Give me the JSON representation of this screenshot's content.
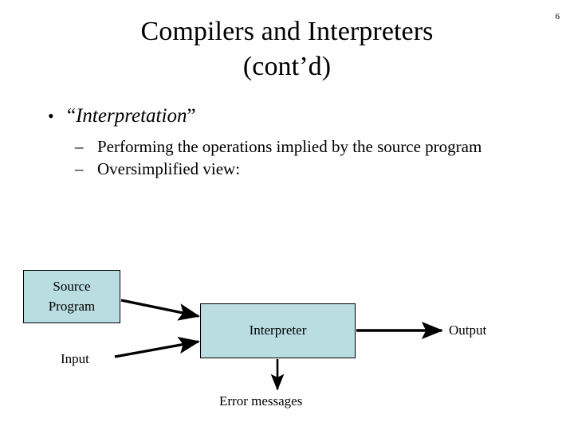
{
  "slide": {
    "number": "6",
    "title_lines": [
      "Compilers and Interpreters",
      "(cont’d)"
    ],
    "bullets": [
      {
        "level": 1,
        "marker": "•",
        "quote_open": "“",
        "emphasis": "Interpretation",
        "quote_close": "”"
      },
      {
        "level": 2,
        "marker": "–",
        "text": "Performing the operations implied by the source program"
      },
      {
        "level": 2,
        "marker": "–",
        "text": "Oversimplified view:"
      }
    ],
    "diagram": {
      "boxes": [
        {
          "name": "source-program",
          "lines": [
            "Source",
            "Program"
          ],
          "fill": "#b9dde1",
          "stroke": "#000000"
        },
        {
          "name": "interpreter",
          "lines": [
            "Interpreter"
          ],
          "fill": "#b9dde1",
          "stroke": "#000000"
        }
      ],
      "labels": {
        "input": "Input",
        "output": "Output",
        "errors": "Error messages"
      },
      "arrows": [
        {
          "name": "source-to-interpreter",
          "from": "Source Program",
          "to": "Interpreter"
        },
        {
          "name": "input-to-interpreter",
          "from": "Input",
          "to": "Interpreter"
        },
        {
          "name": "interpreter-to-output",
          "from": "Interpreter",
          "to": "Output"
        },
        {
          "name": "interpreter-to-errors",
          "from": "Interpreter",
          "to": "Error messages"
        }
      ]
    }
  }
}
